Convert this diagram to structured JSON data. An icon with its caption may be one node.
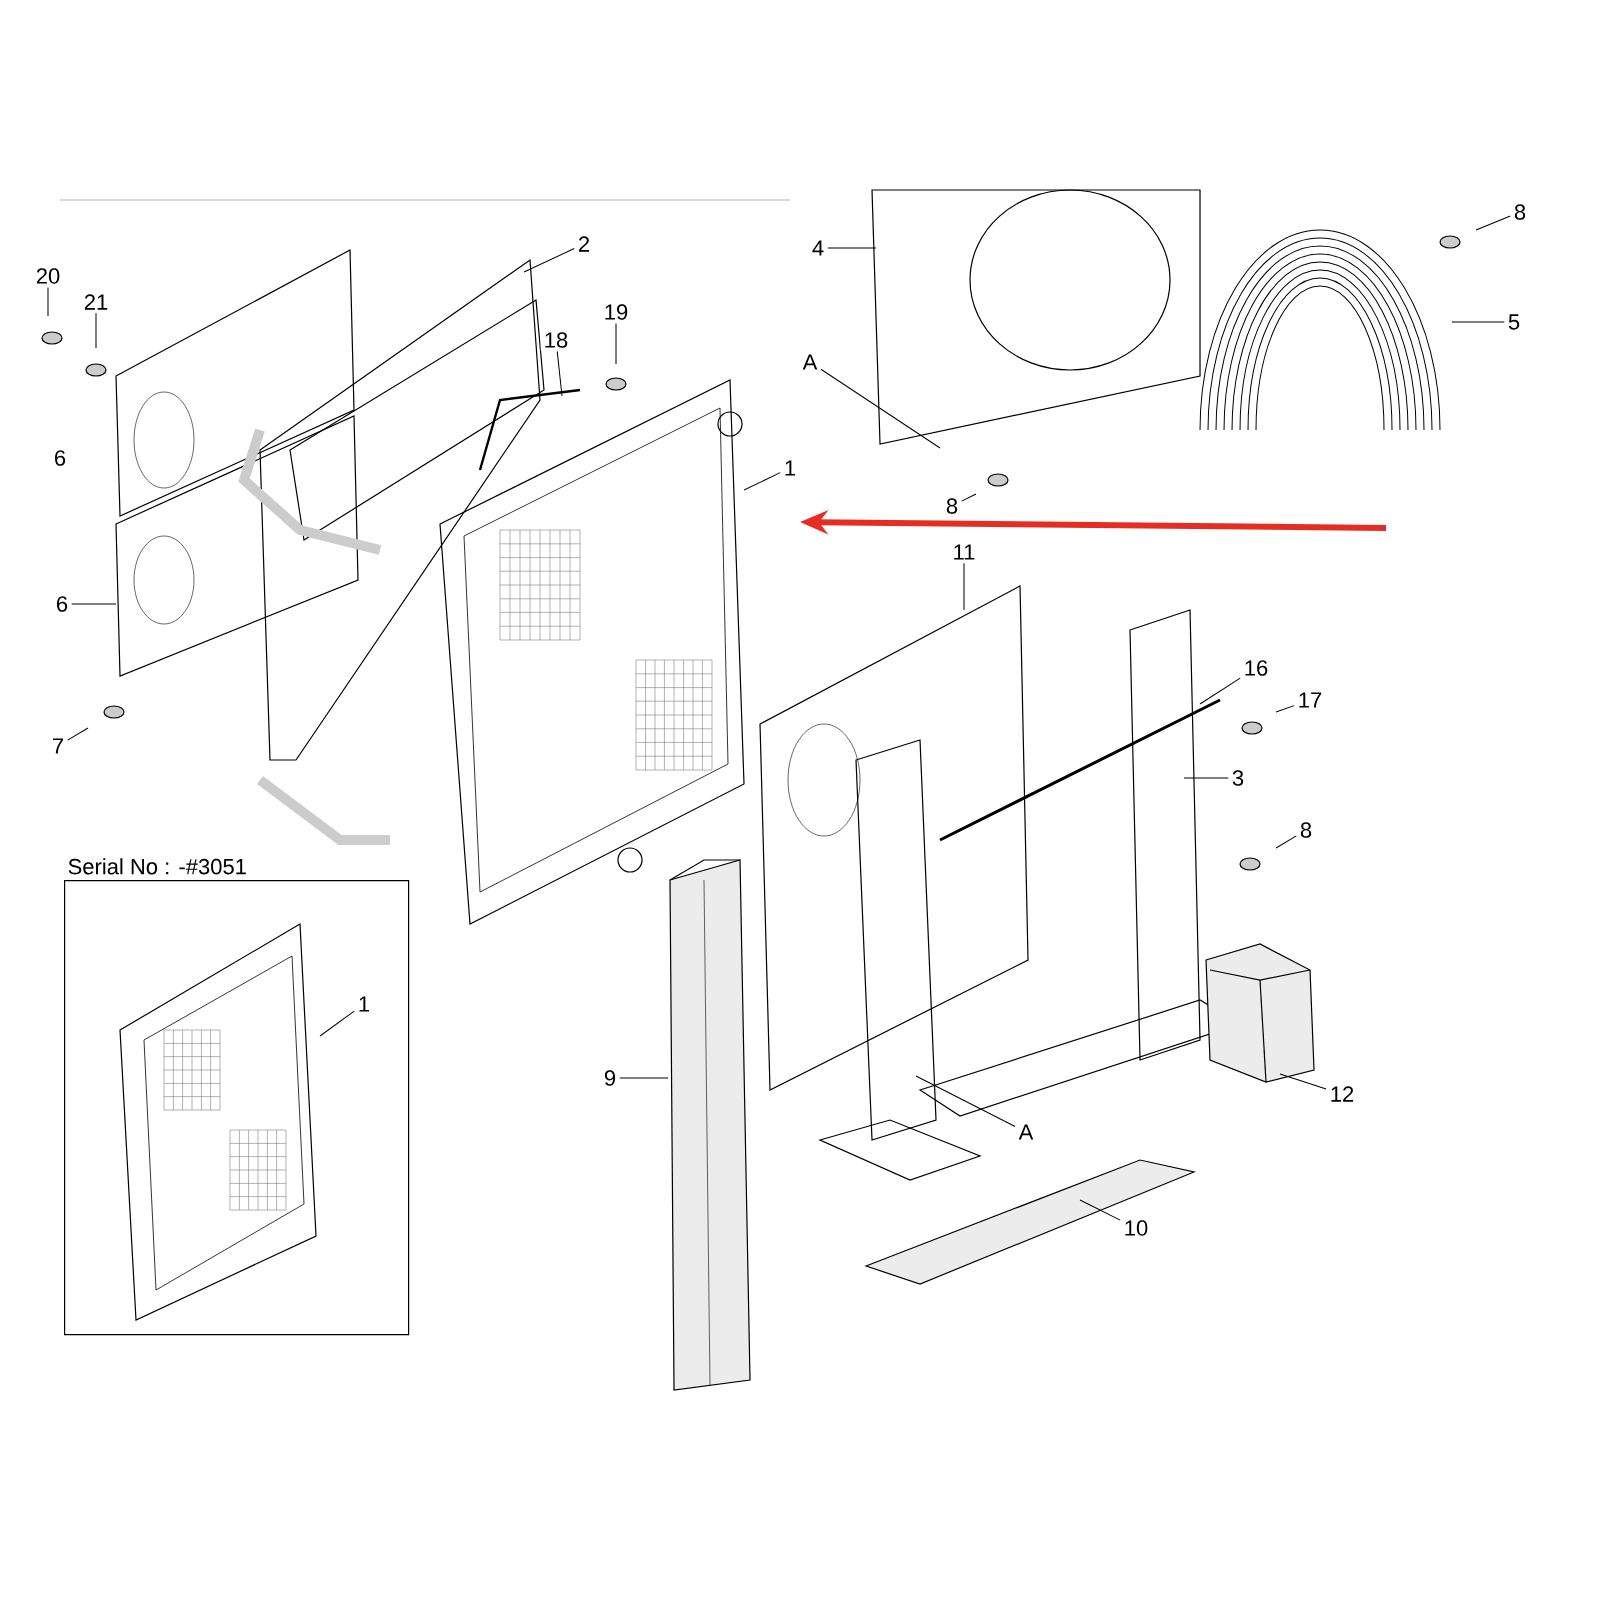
{
  "diagram": {
    "nodes": [
      {
        "text": [
          "Serial No : -#3051"
        ]
      },
      {
        "text": [
          "20"
        ]
      },
      {
        "text": [
          "21"
        ]
      },
      {
        "text": [
          "2"
        ]
      },
      {
        "text": [
          "18"
        ]
      },
      {
        "text": [
          "19"
        ]
      },
      {
        "text": [
          "1"
        ]
      },
      {
        "text": [
          "6"
        ]
      },
      {
        "text": [
          "7"
        ]
      },
      {
        "text": [
          "4"
        ]
      },
      {
        "text": [
          "A"
        ]
      },
      {
        "text": [
          "8"
        ]
      },
      {
        "text": [
          "5"
        ]
      },
      {
        "text": [
          "8"
        ]
      },
      {
        "text": [
          "11"
        ]
      },
      {
        "text": [
          "16"
        ]
      },
      {
        "text": [
          "17"
        ]
      },
      {
        "text": [
          "3"
        ]
      },
      {
        "text": [
          "8"
        ]
      },
      {
        "text": [
          "9"
        ]
      },
      {
        "text": [
          "12"
        ]
      },
      {
        "text": [
          "A"
        ]
      },
      {
        "text": [
          "10"
        ]
      },
      {
        "text": [
          "1"
        ],
        "in": 0
      }
    ],
    "edges": [
      {
        "from": 1,
        "to": null,
        "arrow": "none"
      },
      {
        "from": 2,
        "to": null,
        "arrow": "none"
      },
      {
        "from": 3,
        "to": null,
        "arrow": "none"
      },
      {
        "from": 4,
        "to": null,
        "arrow": "none"
      },
      {
        "from": 5,
        "to": null,
        "arrow": "none"
      },
      {
        "from": 6,
        "to": null,
        "arrow": "none"
      },
      {
        "from": 7,
        "to": null,
        "arrow": "none"
      },
      {
        "from": 8,
        "to": null,
        "arrow": "none"
      },
      {
        "from": 9,
        "to": null,
        "arrow": "none"
      },
      {
        "from": 10,
        "to": null,
        "arrow": "none"
      },
      {
        "from": 11,
        "to": null,
        "arrow": "none"
      },
      {
        "from": 12,
        "to": null,
        "arrow": "none"
      },
      {
        "from": 13,
        "to": null,
        "arrow": "none"
      },
      {
        "from": 14,
        "to": null,
        "arrow": "none"
      },
      {
        "from": 15,
        "to": null,
        "arrow": "none"
      },
      {
        "from": 16,
        "to": null,
        "arrow": "none"
      },
      {
        "from": 17,
        "to": null,
        "arrow": "none"
      },
      {
        "from": 18,
        "to": null,
        "arrow": "none"
      },
      {
        "from": 19,
        "to": null,
        "arrow": "none"
      },
      {
        "from": 20,
        "to": null,
        "arrow": "none"
      },
      {
        "from": 21,
        "to": null,
        "arrow": "none"
      },
      {
        "from": 22,
        "to": null,
        "arrow": "none"
      },
      {
        "from": 23,
        "to": null,
        "arrow": "none"
      }
    ],
    "labels": [
      "6"
    ]
  }
}
